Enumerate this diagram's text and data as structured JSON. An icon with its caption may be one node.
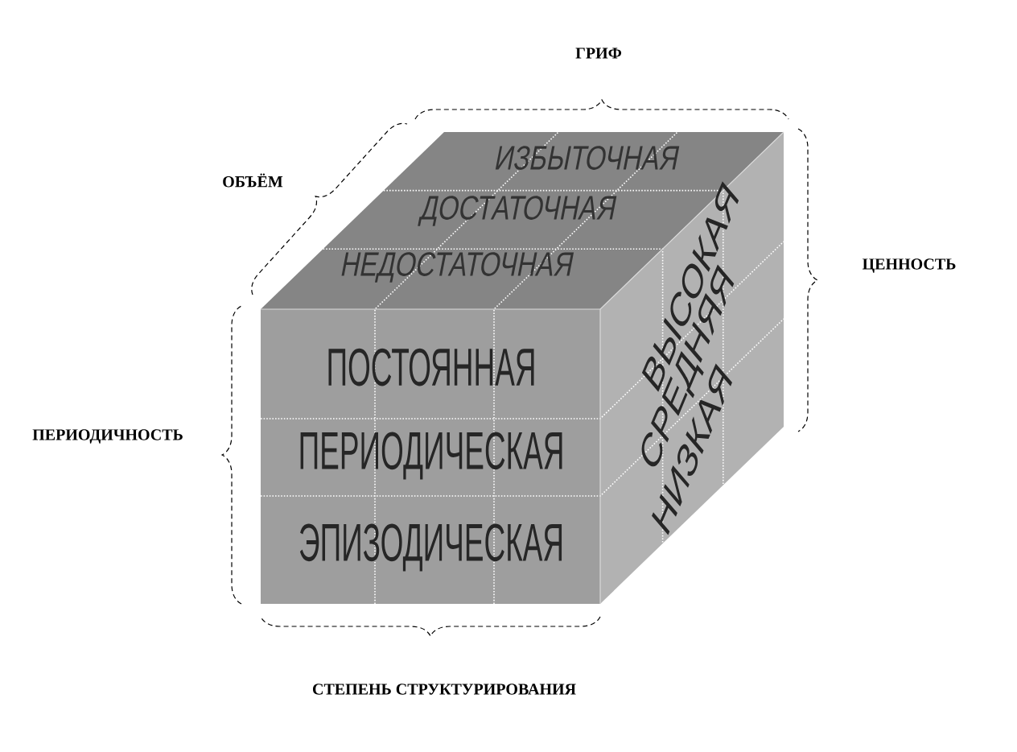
{
  "diagram": {
    "nodes": [
      {
        "text": [
          "ИЗБЫТОЧНАЯ"
        ]
      },
      {
        "text": [
          "ДОСТАТОЧНАЯ"
        ]
      },
      {
        "text": [
          "НЕДОСТАТОЧНАЯ"
        ]
      },
      {
        "text": [
          "ПОСТОЯННАЯ"
        ]
      },
      {
        "text": [
          "ПЕРИОДИЧЕСКАЯ"
        ]
      },
      {
        "text": [
          "ЭПИЗОДИЧЕСКАЯ"
        ]
      },
      {
        "text": [
          "ВЫСОКАЯ"
        ]
      },
      {
        "text": [
          "СРЕДНЯЯ"
        ]
      },
      {
        "text": [
          "НИЗКАЯ"
        ]
      }
    ],
    "labels": [
      "ГРИФ",
      "ОБЪЁМ",
      "ЦЕННОСТЬ",
      "ПЕРИОДИЧНОСТЬ",
      "СТЕПЕНЬ СТРУКТУРИРОВАНИЯ"
    ]
  }
}
